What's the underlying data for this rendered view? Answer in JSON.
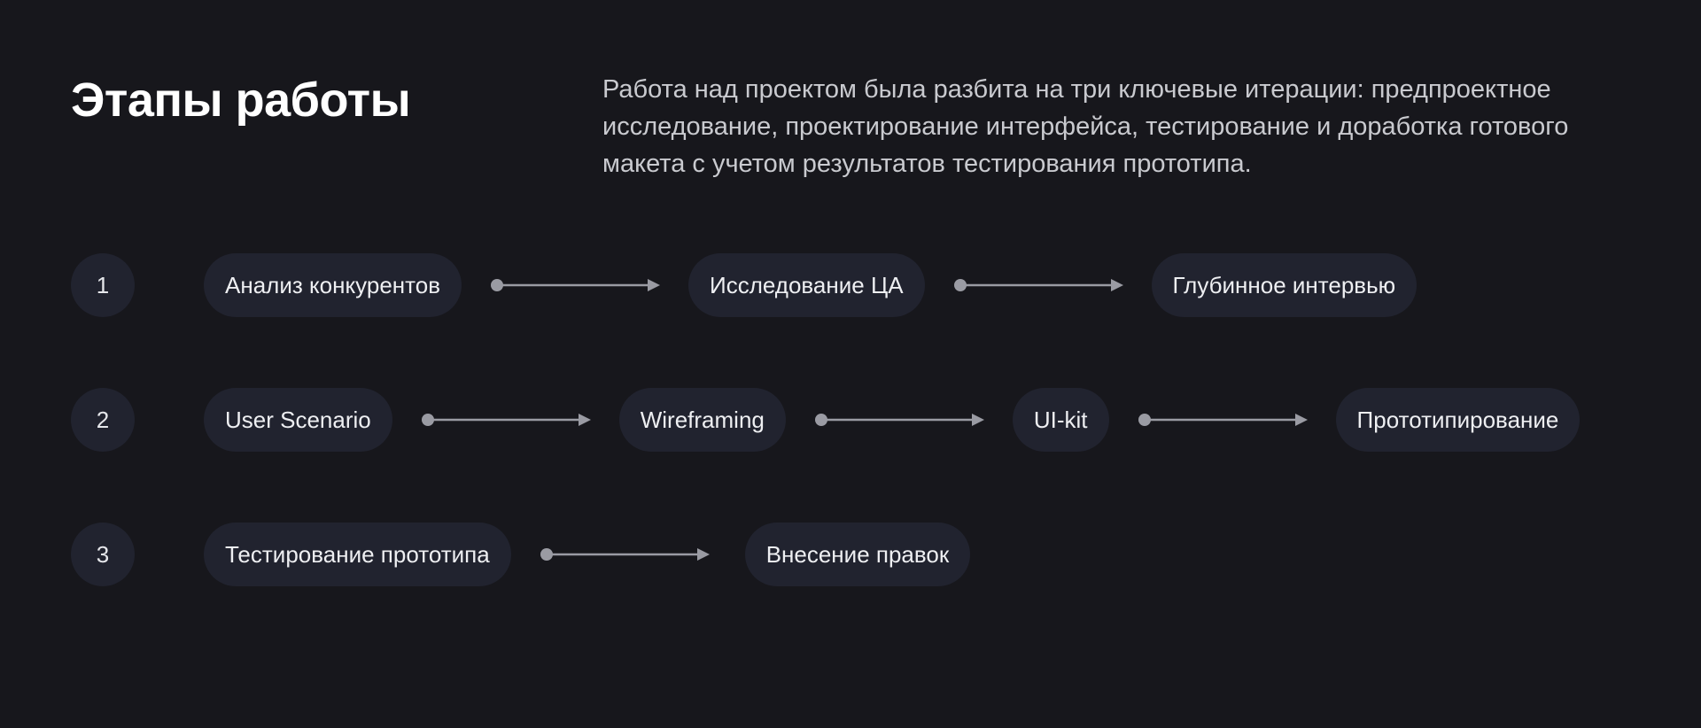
{
  "title": "Этапы работы",
  "description": "Работа над проектом была разбита на три ключевые итерации: предпроектное исследование, проектирование интерфейса, тестирование и доработка готового макета с учетом результатов тестирования прототипа.",
  "colors": {
    "background": "#17171c",
    "pill": "#21232f",
    "arrow": "#9a9ba3",
    "title": "#ffffff",
    "text": "#eeeff2"
  },
  "stages": [
    {
      "number": "1",
      "steps": [
        "Анализ конкурентов",
        "Исследование ЦА",
        "Глубинное интервью"
      ]
    },
    {
      "number": "2",
      "steps": [
        "User Scenario",
        "Wireframing",
        "UI-kit",
        "Прототипирование"
      ]
    },
    {
      "number": "3",
      "steps": [
        "Тестирование прототипа",
        "Внесение правок"
      ]
    }
  ]
}
